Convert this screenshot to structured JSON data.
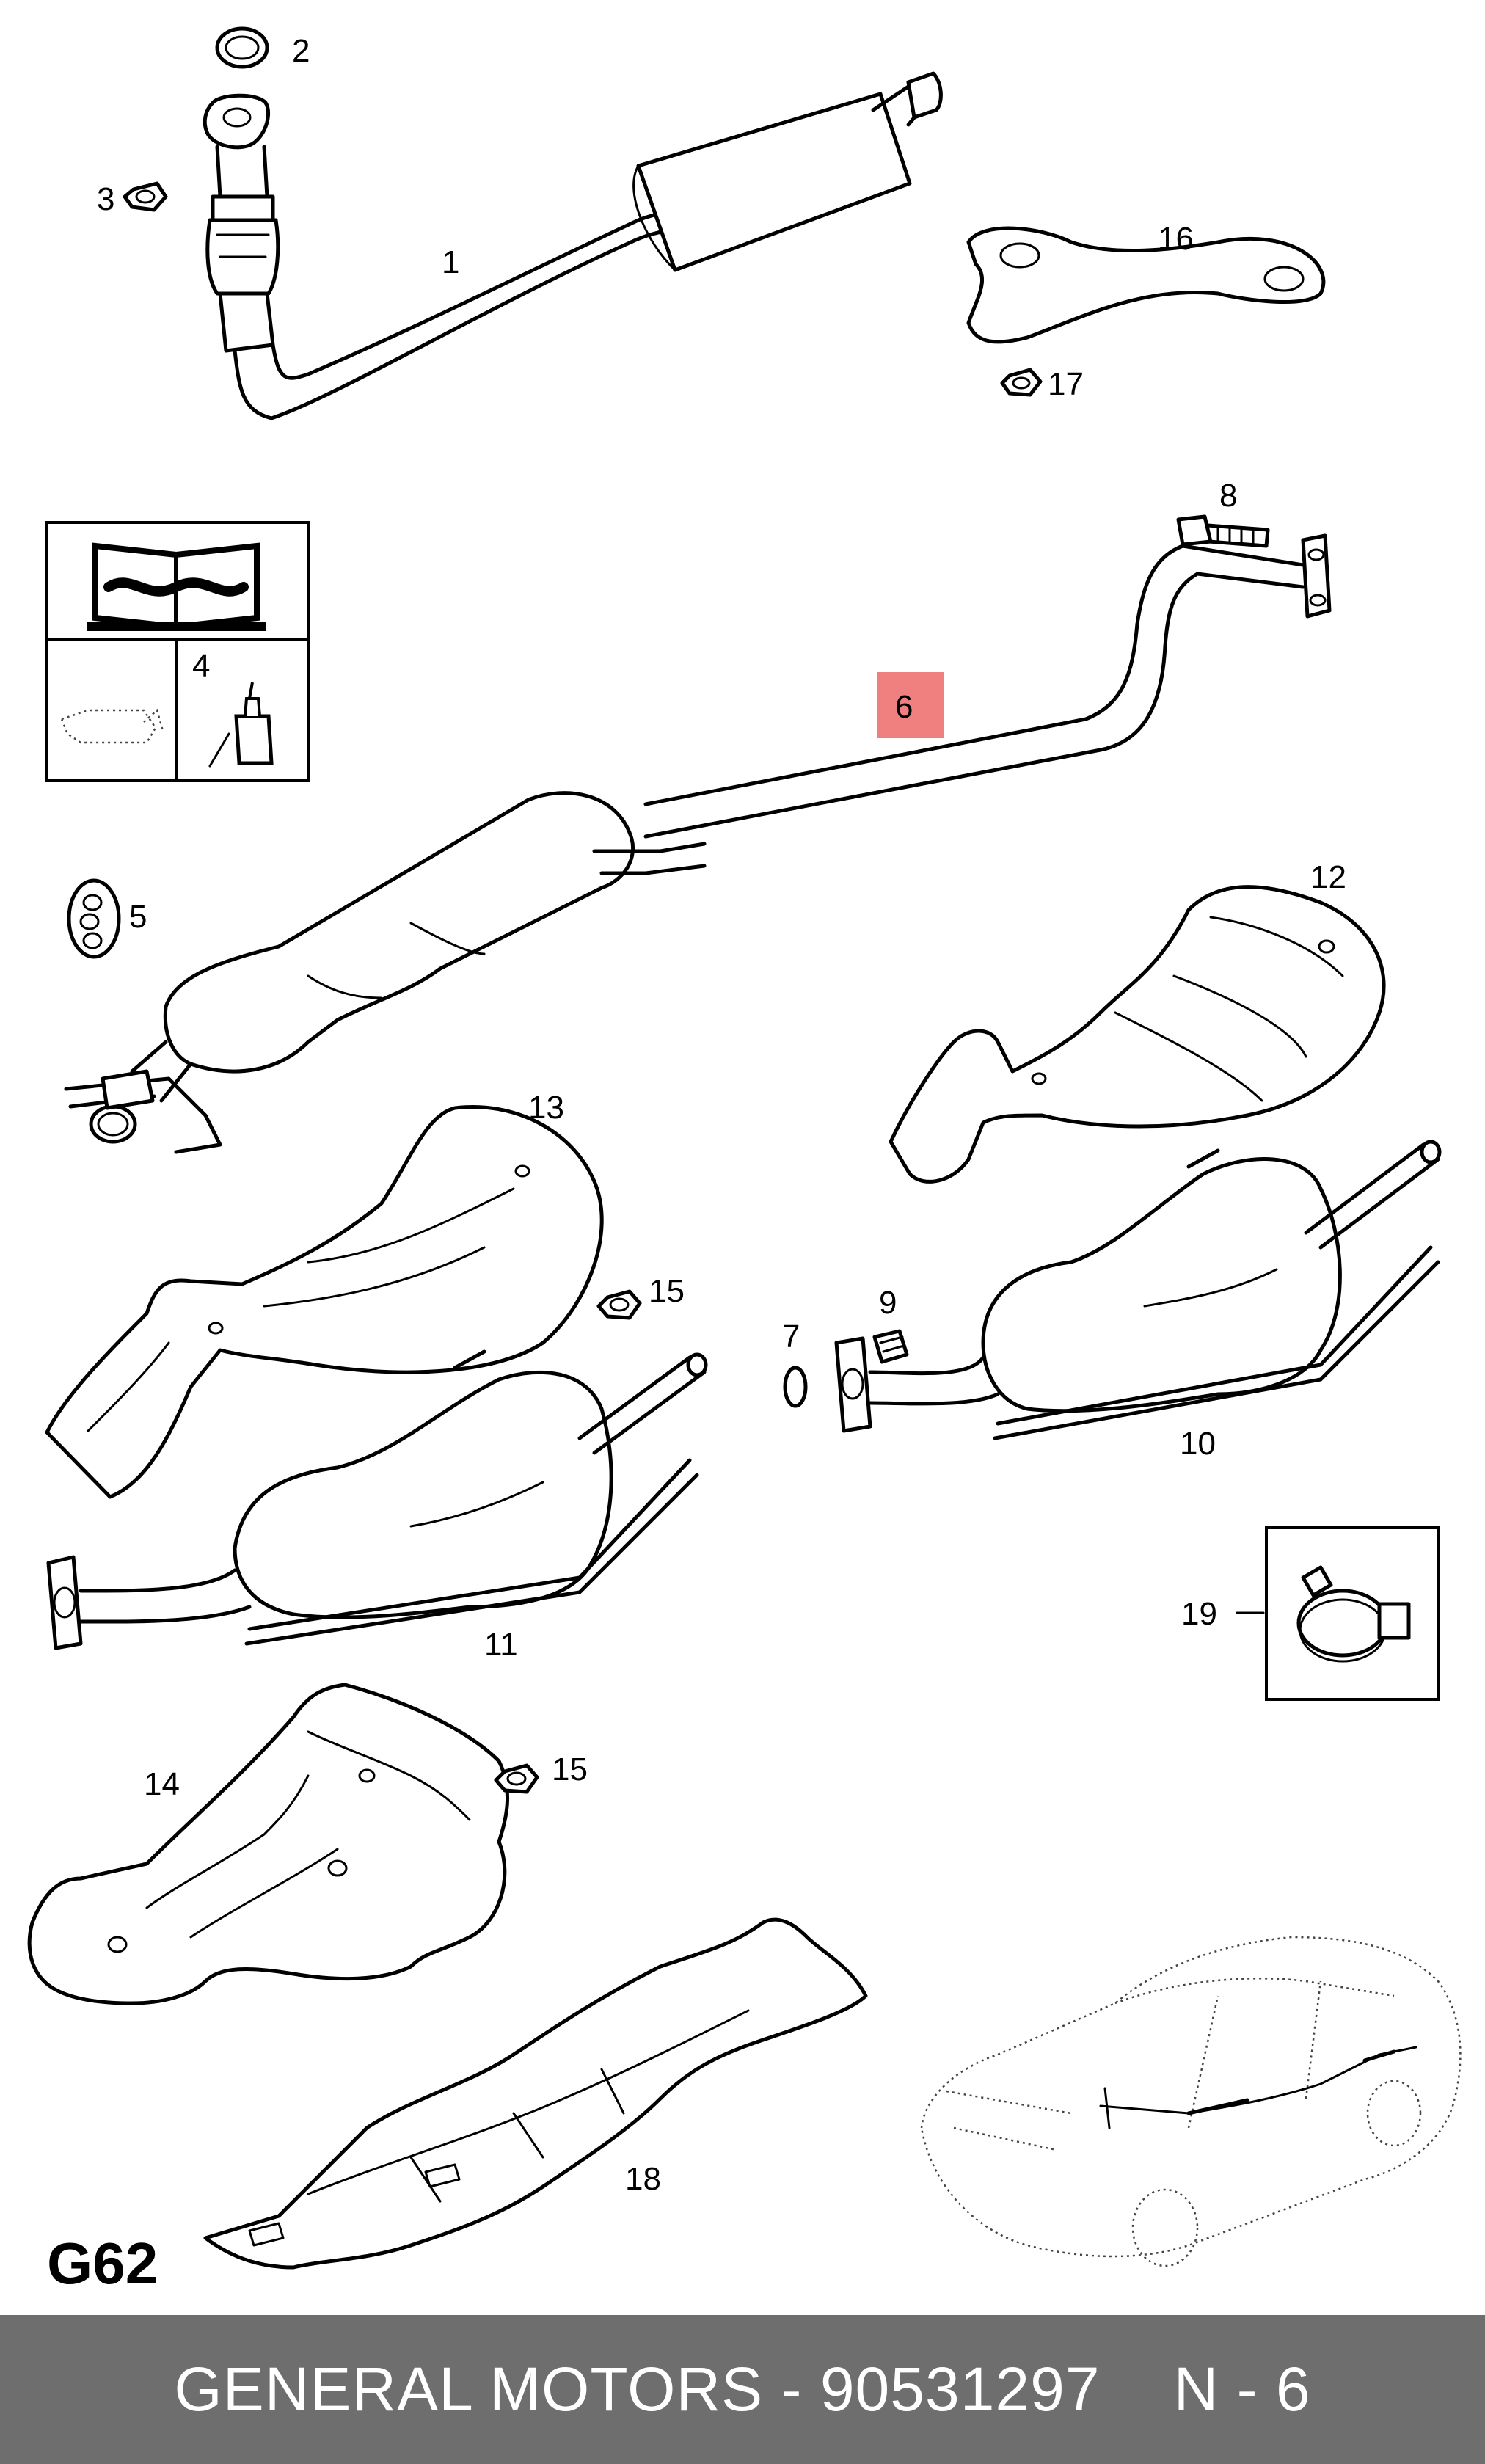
{
  "diagram": {
    "page_code": "G62",
    "callouts": {
      "c1": "1",
      "c2": "2",
      "c3": "3",
      "c4": "4",
      "c5": "5",
      "c6": "6",
      "c7": "7",
      "c8": "8",
      "c9": "9",
      "c10": "10",
      "c11": "11",
      "c12": "12",
      "c13": "13",
      "c14": "14",
      "c15a": "15",
      "c15b": "15",
      "c16": "16",
      "c17": "17",
      "c18": "18",
      "c19": "19"
    },
    "highlight_color": "#f08080"
  },
  "footer": {
    "brand": "GENERAL MOTORS",
    "separator": " - ",
    "part_number": "90531297",
    "ref": "N - 6",
    "background": "#6e6e6e"
  }
}
